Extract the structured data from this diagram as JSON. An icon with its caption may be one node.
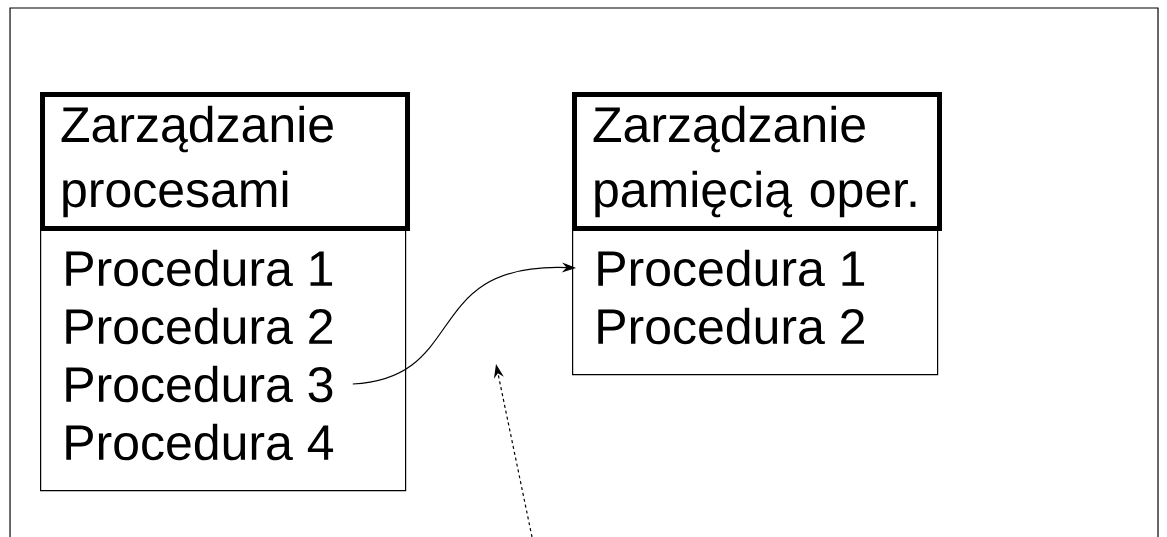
{
  "diagram": {
    "nodes": [
      {
        "text": [
          "Zarządzanie procesami"
        ]
      },
      {
        "text": [],
        "shape": "box"
      },
      {
        "text": [
          "Procedura 1"
        ],
        "in": 1
      },
      {
        "text": [
          "Procedura 2"
        ],
        "in": 1
      },
      {
        "text": [
          "Procedura 3"
        ],
        "in": 1
      },
      {
        "text": [
          "Procedura 4"
        ],
        "in": 1
      },
      {
        "text": [
          "Zarządzanie pamięcią oper."
        ]
      },
      {
        "text": [],
        "shape": "box"
      },
      {
        "text": [
          "Procedura 1"
        ],
        "in": 7
      },
      {
        "text": [
          "Procedura 2"
        ],
        "in": 7
      }
    ],
    "edges": [
      {
        "from": 4,
        "to": 8,
        "arrow": "to"
      }
    ]
  }
}
